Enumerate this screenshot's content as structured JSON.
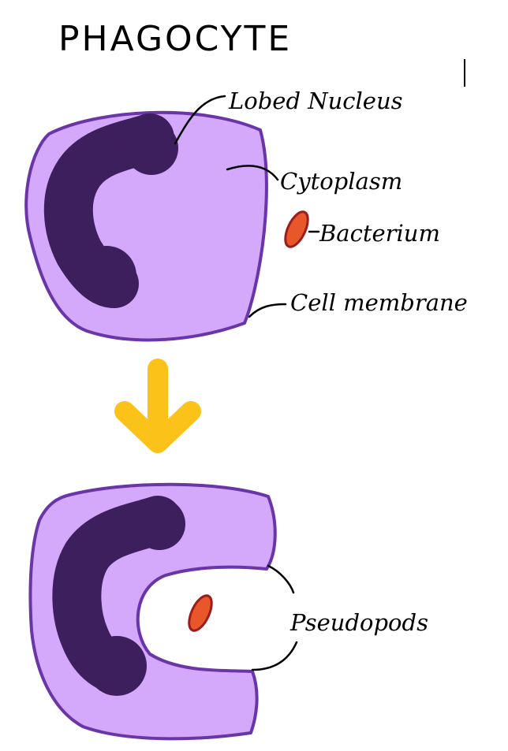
{
  "title": "PHAGOCYTE",
  "labels": {
    "nucleus": "Lobed Nucleus",
    "cytoplasm": "Cytoplasm",
    "bacterium": "Bacterium",
    "membrane": "Cell membrane",
    "pseudopods": "Pseudopods"
  },
  "colors": {
    "cytoplasm": "#d4a8fb",
    "membrane": "#6a35a6",
    "nucleus": "#3e1f5e",
    "bacterium": "#e8572a",
    "bacterium_outline": "#9b1c1c",
    "arrow": "#fbc31a",
    "ink": "#000000"
  }
}
